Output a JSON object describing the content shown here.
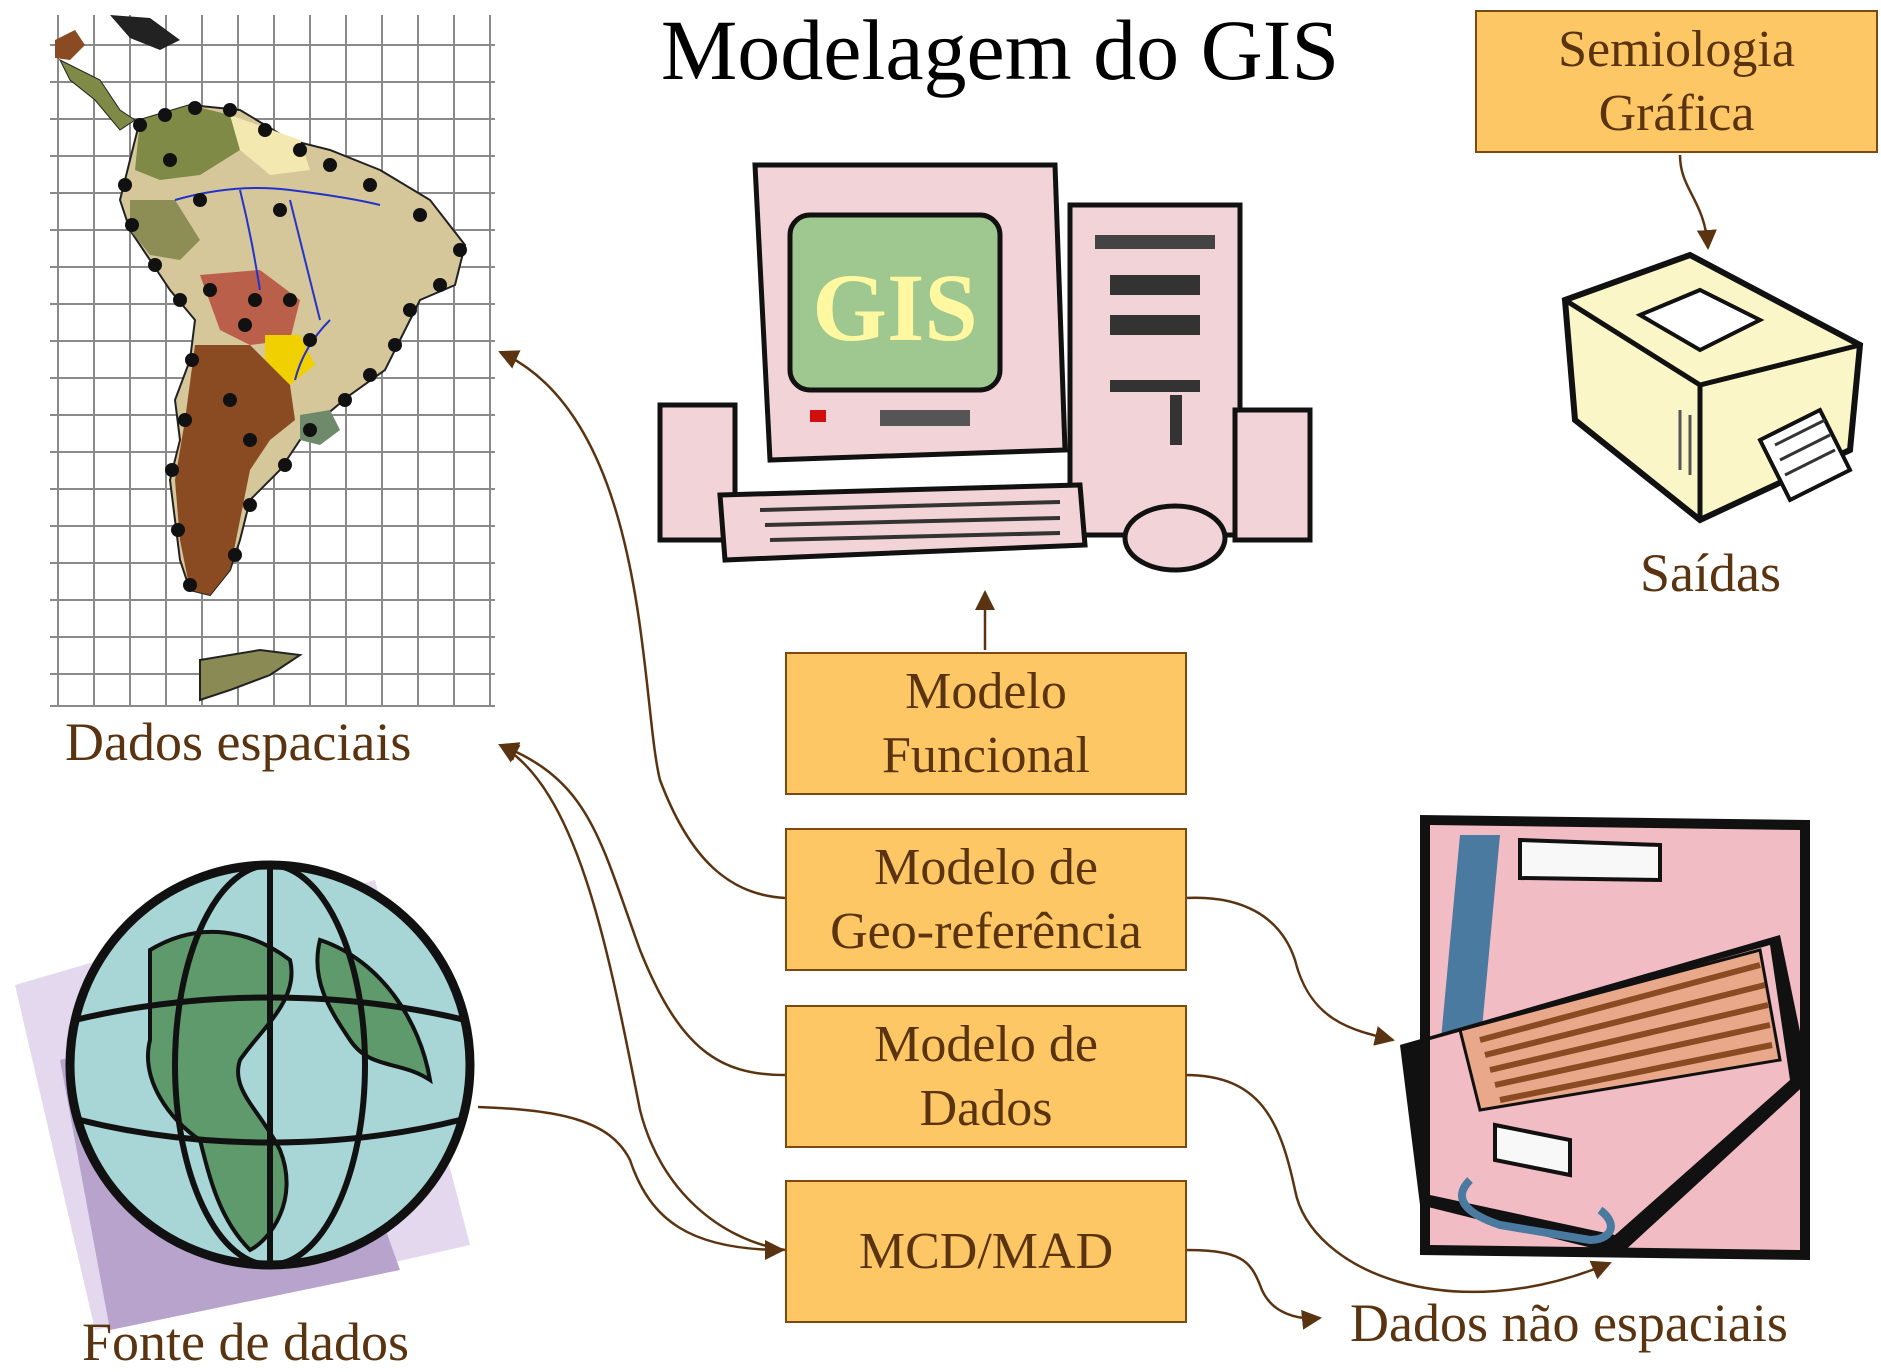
{
  "title": "Modelagem do GIS",
  "boxes": {
    "semiologia": {
      "line1": "Semiologia",
      "line2": "Gráfica"
    },
    "funcional": {
      "line1": "Modelo",
      "line2": "Funcional"
    },
    "georef": {
      "line1": "Modelo de",
      "line2": "Geo-referência"
    },
    "dados": {
      "line1": "Modelo de",
      "line2": "Dados"
    },
    "mcd": {
      "line1": "MCD/MAD"
    }
  },
  "labels": {
    "dados_espaciais": "Dados espaciais",
    "saidas": "Saídas",
    "fonte_dados": "Fonte de dados",
    "dados_nao_espaciais": "Dados não espaciais",
    "gis_screen": "GIS"
  },
  "colors": {
    "box_fill": "#fdc765",
    "box_border": "#7a4a10",
    "text_brown": "#5a3310",
    "arrow": "#5a3310"
  },
  "icons": [
    "south-america-map-icon",
    "computer-icon",
    "printer-icon",
    "globe-icon",
    "file-cabinet-icon"
  ]
}
